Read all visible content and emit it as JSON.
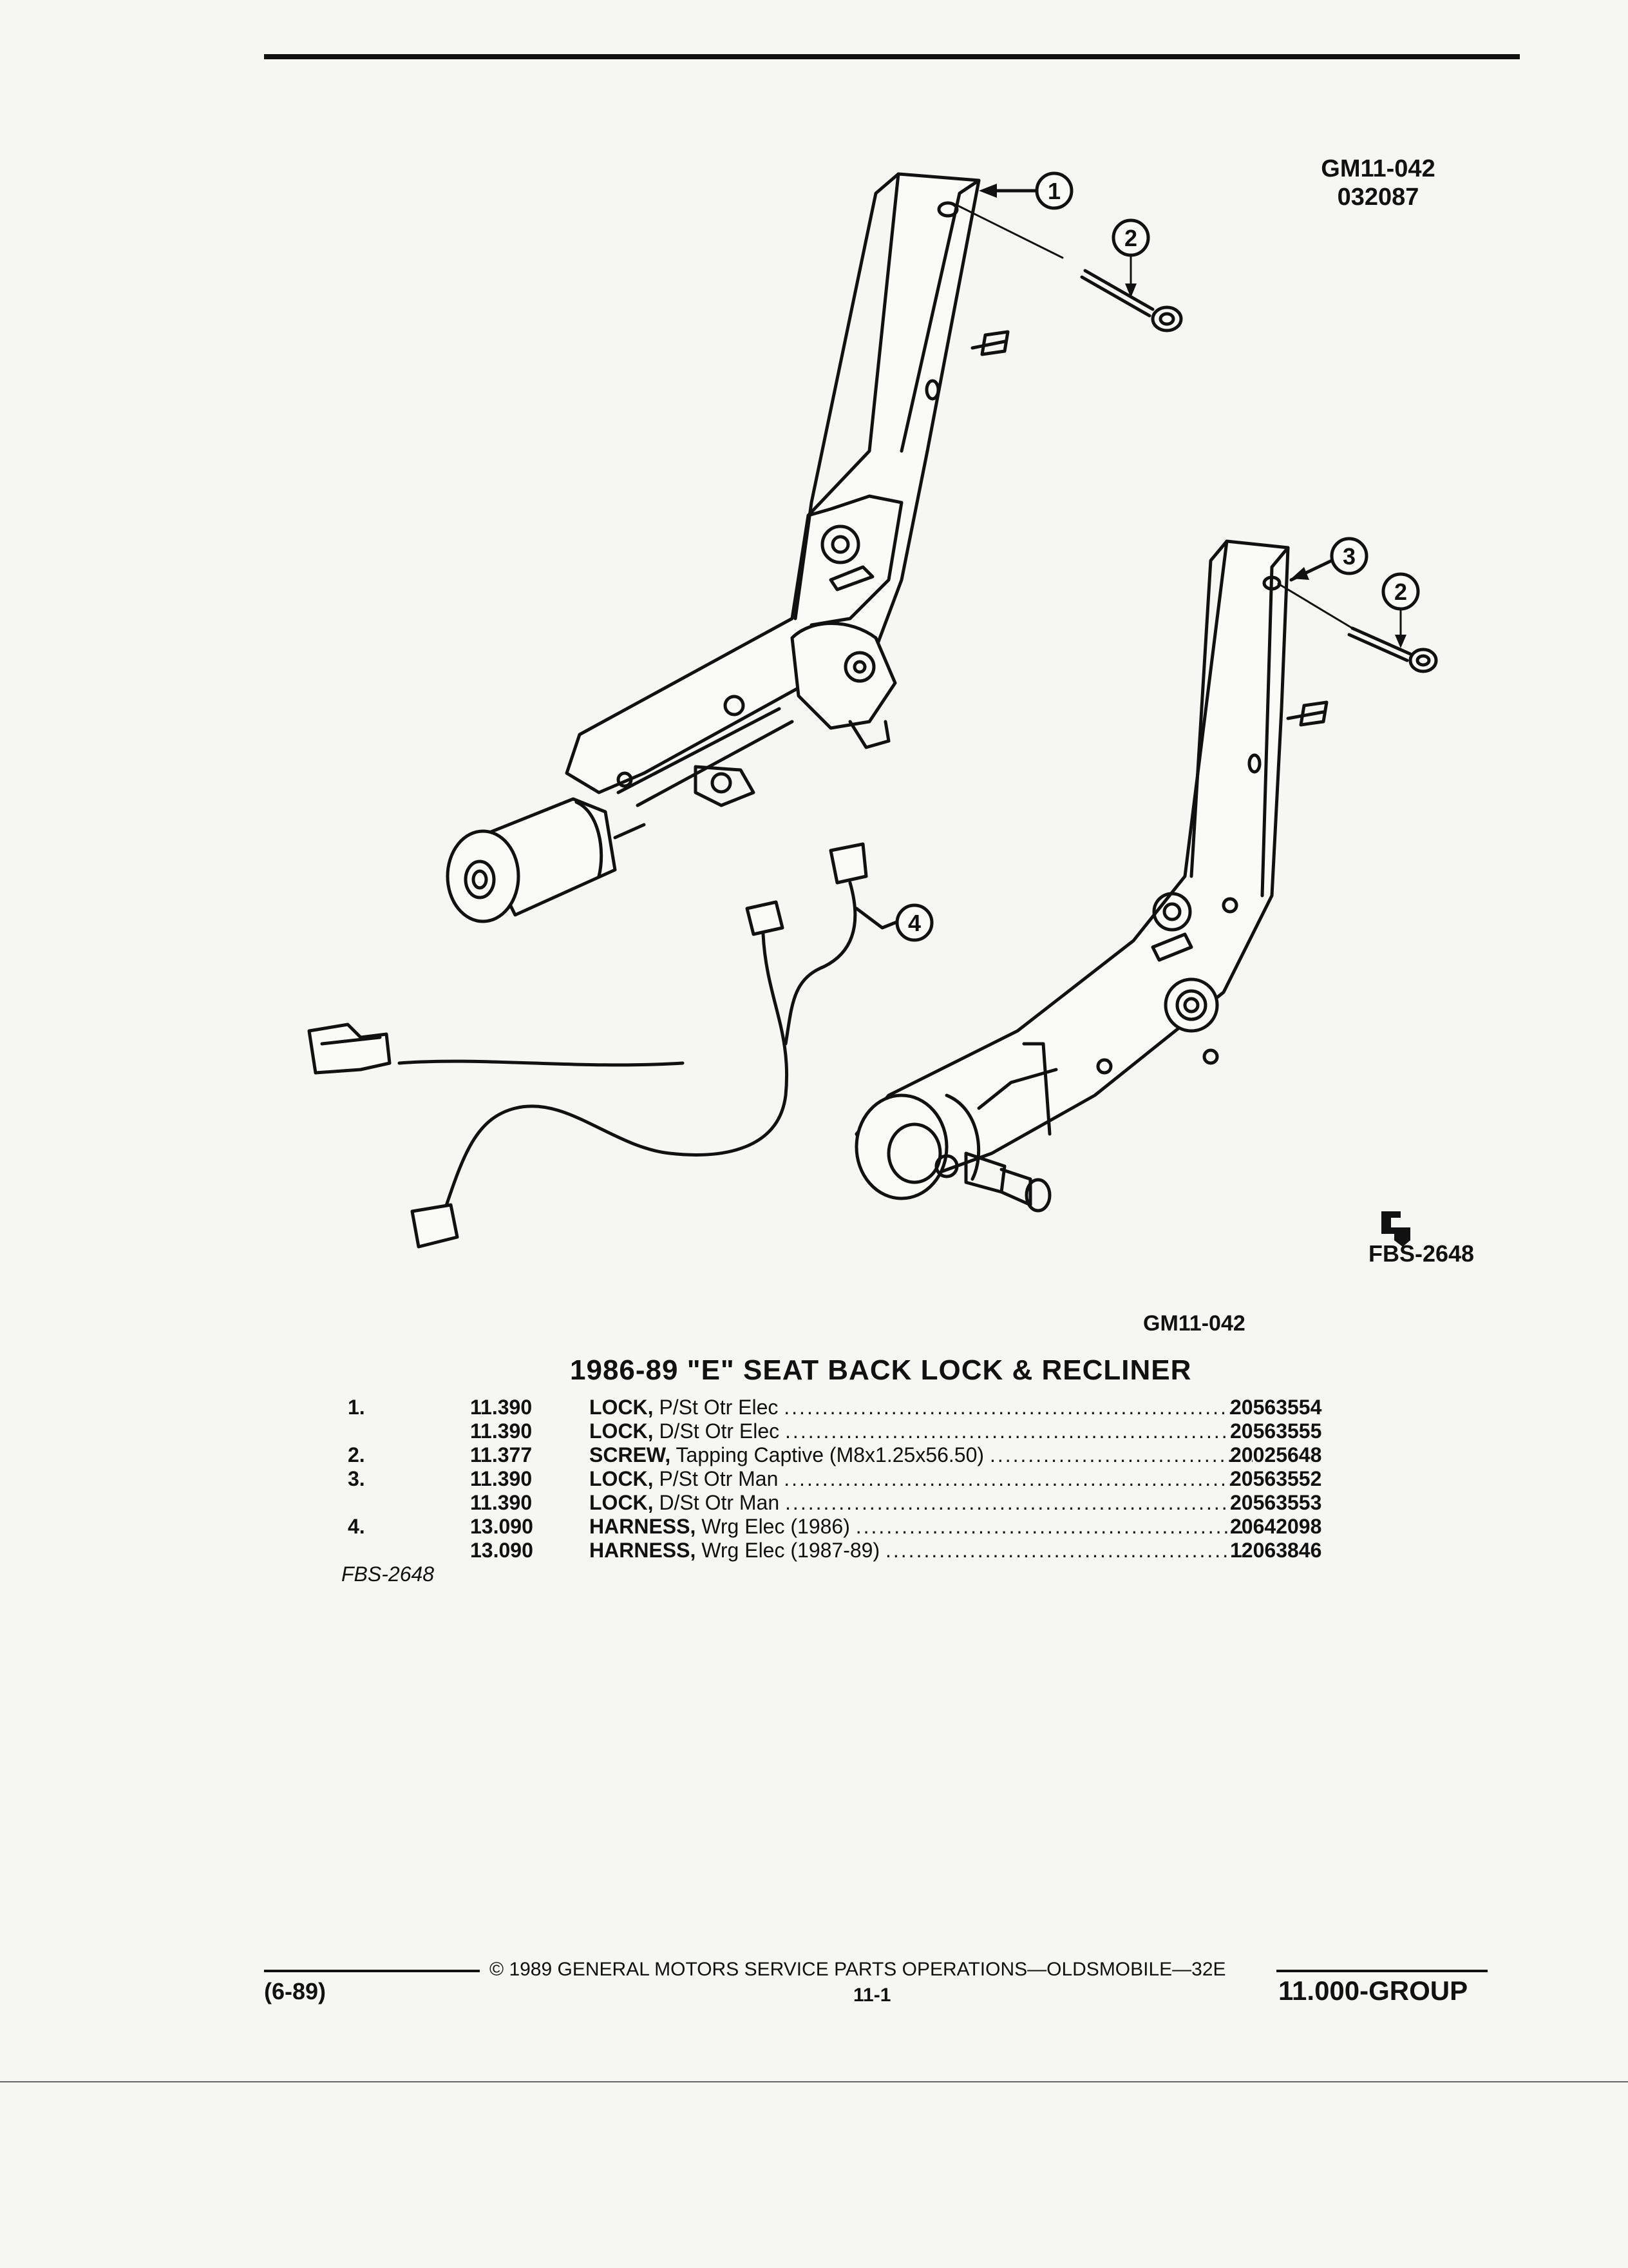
{
  "header": {
    "figure_code": "GM11-042",
    "figure_date": "032087"
  },
  "diagram": {
    "callouts": [
      "1",
      "2",
      "3",
      "2",
      "4"
    ],
    "mark_code": "FBS-2648"
  },
  "caption_code": "GM11-042",
  "title": "1986-89 \"E\" SEAT BACK LOCK & RECLINER",
  "parts": [
    {
      "num": "1.",
      "group": "11.390",
      "name": "LOCK,",
      "desc": " P/St Otr Elec",
      "part": "20563554"
    },
    {
      "num": "",
      "group": "11.390",
      "name": "LOCK,",
      "desc": " D/St Otr Elec",
      "part": "20563555"
    },
    {
      "num": "2.",
      "group": "11.377",
      "name": "SCREW,",
      "desc": " Tapping Captive (M8x1.25x56.50)",
      "part": "20025648"
    },
    {
      "num": "3.",
      "group": "11.390",
      "name": "LOCK,",
      "desc": " P/St Otr Man",
      "part": "20563552"
    },
    {
      "num": "",
      "group": "11.390",
      "name": "LOCK,",
      "desc": " D/St Otr Man",
      "part": "20563553"
    },
    {
      "num": "4.",
      "group": "13.090",
      "name": "HARNESS,",
      "desc": " Wrg Elec (1986)",
      "part": "20642098"
    },
    {
      "num": "",
      "group": "13.090",
      "name": "HARNESS,",
      "desc": " Wrg Elec (1987-89)",
      "part": "12063846"
    }
  ],
  "source_code": "FBS-2648",
  "footer": {
    "copyright": "© 1989 GENERAL MOTORS SERVICE PARTS OPERATIONS—OLDSMOBILE—32E",
    "date": "(6-89)",
    "page": "11-1",
    "group": "11.000-GROUP"
  }
}
